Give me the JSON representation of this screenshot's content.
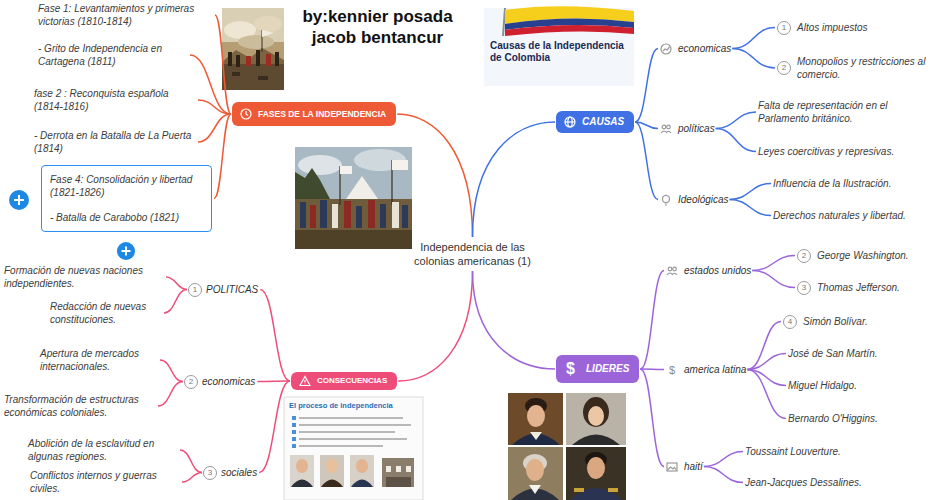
{
  "diagram": {
    "title": "by:kennier posada jacob bentancur",
    "nodes": [
      {
        "text": [
          "Independencia de las colonias americanas (1)"
        ]
      },
      {
        "text": [
          "FASES DE LA INDEPENDENCIA"
        ]
      },
      {
        "text": [
          "Fase 1: Levantamientos y primeras victorias (1810-1814)"
        ]
      },
      {
        "text": [
          "- Grito de Independencia en Cartagena (1811)"
        ]
      },
      {
        "text": [
          "fase 2 : Reconquista española (1814-1816)"
        ]
      },
      {
        "text": [
          "- Derrota en la Batalla de La Puerta (1814)"
        ]
      },
      {
        "text": [
          "Fase 4: Consolidación y libertad (1821-1826)",
          "- Batalla de Carabobo (1821)"
        ]
      },
      {
        "text": [
          "CAUSAS"
        ]
      },
      {
        "text": [
          "economicas"
        ]
      },
      {
        "text": [
          "Altos impuestos"
        ]
      },
      {
        "text": [
          "Monopolios y restricciones al comercio."
        ]
      },
      {
        "text": [
          "políticas"
        ]
      },
      {
        "text": [
          "Falta de representación en el Parlamento británico."
        ]
      },
      {
        "text": [
          "Leyes coercitivas y represivas."
        ]
      },
      {
        "text": [
          "Ideológicas"
        ]
      },
      {
        "text": [
          "Influencia de la Ilustración."
        ]
      },
      {
        "text": [
          "Derechos naturales y libertad."
        ]
      },
      {
        "text": [
          "CONSECUENCIAS"
        ]
      },
      {
        "text": [
          "POLITICAS"
        ]
      },
      {
        "text": [
          "Formación de nuevas naciones independientes."
        ]
      },
      {
        "text": [
          "Redacción de nuevas constituciones."
        ]
      },
      {
        "text": [
          "economicas"
        ]
      },
      {
        "text": [
          "Apertura de mercados internacionales."
        ]
      },
      {
        "text": [
          "Transformación de estructuras económicas coloniales."
        ]
      },
      {
        "text": [
          "sociales"
        ]
      },
      {
        "text": [
          "Abolición de la esclavitud en algunas regiones."
        ]
      },
      {
        "text": [
          "Conflictos internos y guerras civiles."
        ]
      },
      {
        "text": [
          "LIDERES"
        ]
      },
      {
        "text": [
          "estados unidos"
        ]
      },
      {
        "text": [
          "George Washington."
        ]
      },
      {
        "text": [
          "Thomas Jefferson."
        ]
      },
      {
        "text": [
          "america latina"
        ]
      },
      {
        "text": [
          "Simón Bolívar."
        ]
      },
      {
        "text": [
          "José de San Martín."
        ]
      },
      {
        "text": [
          "Miguel Hidalgo."
        ]
      },
      {
        "text": [
          "Bernardo O'Higgins."
        ]
      },
      {
        "text": [
          "haití"
        ]
      },
      {
        "text": [
          "Toussaint Louverture."
        ]
      },
      {
        "text": [
          "Jean-Jacques Dessalines."
        ]
      }
    ],
    "edges": [
      {
        "from": 0,
        "to": 1,
        "arrow": "none"
      },
      {
        "from": 0,
        "to": 7,
        "arrow": "none"
      },
      {
        "from": 0,
        "to": 17,
        "arrow": "none"
      },
      {
        "from": 0,
        "to": 27,
        "arrow": "none"
      },
      {
        "from": 1,
        "to": 2,
        "arrow": "none"
      },
      {
        "from": 1,
        "to": 3,
        "arrow": "none"
      },
      {
        "from": 1,
        "to": 4,
        "arrow": "none"
      },
      {
        "from": 1,
        "to": 5,
        "arrow": "none"
      },
      {
        "from": 1,
        "to": 6,
        "arrow": "none"
      },
      {
        "from": 7,
        "to": 8,
        "arrow": "none"
      },
      {
        "from": 7,
        "to": 11,
        "arrow": "none"
      },
      {
        "from": 7,
        "to": 14,
        "arrow": "none"
      },
      {
        "from": 8,
        "to": 9,
        "arrow": "none"
      },
      {
        "from": 8,
        "to": 10,
        "arrow": "none"
      },
      {
        "from": 11,
        "to": 12,
        "arrow": "none"
      },
      {
        "from": 11,
        "to": 13,
        "arrow": "none"
      },
      {
        "from": 14,
        "to": 15,
        "arrow": "none"
      },
      {
        "from": 14,
        "to": 16,
        "arrow": "none"
      },
      {
        "from": 17,
        "to": 18,
        "arrow": "none"
      },
      {
        "from": 17,
        "to": 21,
        "arrow": "none"
      },
      {
        "from": 17,
        "to": 24,
        "arrow": "none"
      },
      {
        "from": 18,
        "to": 19,
        "arrow": "none"
      },
      {
        "from": 18,
        "to": 20,
        "arrow": "none"
      },
      {
        "from": 21,
        "to": 22,
        "arrow": "none"
      },
      {
        "from": 21,
        "to": 23,
        "arrow": "none"
      },
      {
        "from": 24,
        "to": 25,
        "arrow": "none"
      },
      {
        "from": 24,
        "to": 26,
        "arrow": "none"
      },
      {
        "from": 27,
        "to": 28,
        "arrow": "none"
      },
      {
        "from": 27,
        "to": 31,
        "arrow": "none"
      },
      {
        "from": 27,
        "to": 36,
        "arrow": "none"
      },
      {
        "from": 28,
        "to": 29,
        "arrow": "none"
      },
      {
        "from": 28,
        "to": 30,
        "arrow": "none"
      },
      {
        "from": 31,
        "to": 32,
        "arrow": "none"
      },
      {
        "from": 31,
        "to": 33,
        "arrow": "none"
      },
      {
        "from": 31,
        "to": 34,
        "arrow": "none"
      },
      {
        "from": 31,
        "to": 35,
        "arrow": "none"
      },
      {
        "from": 36,
        "to": 37,
        "arrow": "none"
      },
      {
        "from": 36,
        "to": 38,
        "arrow": "none"
      }
    ],
    "labels": [
      "Causas de la Independencia de Colombia",
      "1",
      "2",
      "2",
      "3",
      "4",
      "1",
      "2",
      "3",
      "El proceso de independencia",
      "$",
      "$"
    ]
  }
}
